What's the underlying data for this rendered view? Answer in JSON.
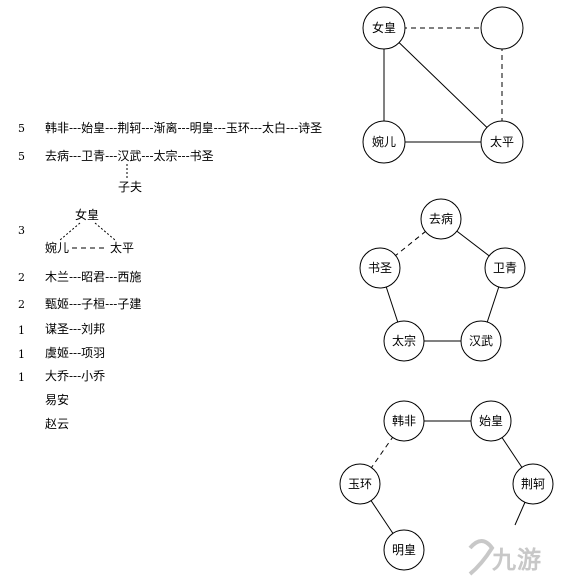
{
  "list": {
    "rows": [
      {
        "num": "5",
        "text": "韩非---始皇---荆轲---渐离---明皇---玉环---太白---诗圣"
      },
      {
        "num": "5",
        "text": "去病---卫青---汉武---太宗---书圣"
      },
      {
        "num": "",
        "text": "子夫"
      },
      {
        "num": "3",
        "text": ""
      },
      {
        "num": "2",
        "text": "木兰---昭君---西施"
      },
      {
        "num": "2",
        "text": "甄姬---子桓---子建"
      },
      {
        "num": "1",
        "text": "谋圣---刘邦"
      },
      {
        "num": "1",
        "text": "虞姬---项羽"
      },
      {
        "num": "1",
        "text": "大乔---小乔"
      },
      {
        "num": "",
        "text": "易安"
      },
      {
        "num": "",
        "text": "赵云"
      }
    ],
    "tri": {
      "top": "女皇",
      "left": "婉儿",
      "right": "太平"
    }
  },
  "graphs": {
    "g1": {
      "nodes": [
        "女皇",
        "",
        "婉儿",
        "太平"
      ]
    },
    "g2": {
      "nodes": [
        "去病",
        "卫青",
        "汉武",
        "太宗",
        "书圣"
      ]
    },
    "g3": {
      "nodes": [
        "韩非",
        "始皇",
        "荆轲",
        "明皇",
        "玉环"
      ]
    }
  },
  "watermark": "九游"
}
